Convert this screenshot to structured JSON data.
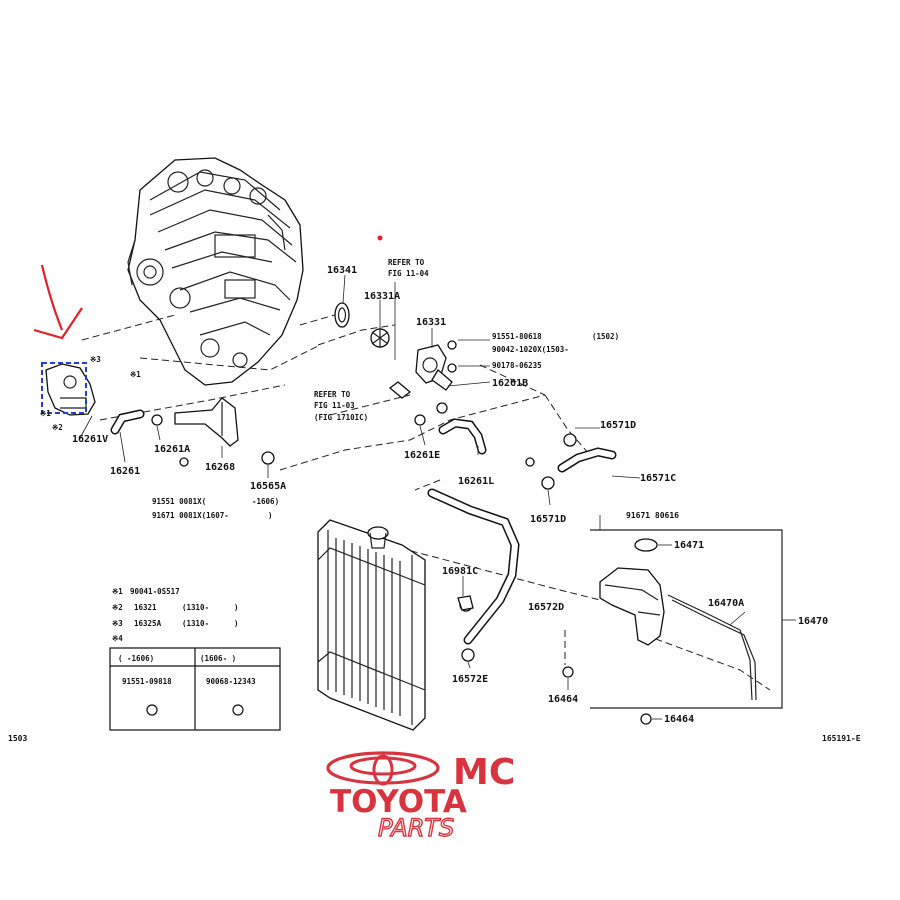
{
  "parts": {
    "p16341": "16341",
    "p16331A": "16331A",
    "p16331": "16331",
    "p16261V": "16261V",
    "p16261": "16261",
    "p16261A": "16261A",
    "p16268": "16268",
    "p16565A": "16565A",
    "p16261B": "16261B",
    "p16261E": "16261E",
    "p16261L": "16261L",
    "p16571D_a": "16571D",
    "p16571C": "16571C",
    "p16571D_b": "16571D",
    "p16981C": "16981C",
    "p16572D": "16572D",
    "p16572E": "16572E",
    "p16464_a": "16464",
    "p16464_b": "16464",
    "p16471": "16471",
    "p16470A": "16470A",
    "p16470": "16470",
    "p91671_80616": "91671 80616"
  },
  "notes": {
    "refer_top_1": "REFER TO",
    "refer_top_2": "FIG 11-04",
    "refer_mid_1": "REFER TO",
    "refer_mid_2": "FIG 11-03",
    "refer_mid_3": "(FIG 1710IC)",
    "bolt_1": "91551-80618",
    "bolt_1_note": "(1502)",
    "bolt_2": "90042-1020X(1503-",
    "bolt_3": "90178-06235",
    "bolt_4": "91551 0081X(",
    "bolt_4_note": "-1606)",
    "bolt_5": "91671 0081X(1607-",
    "bolt_5_note": ")",
    "star1": "※1",
    "star2": "※2",
    "star3": "※3",
    "star1_b": "※1"
  },
  "legend": {
    "row1_key": "※1",
    "row1_val": "90041-0S517",
    "row2_key": "※2",
    "row2_val": "16321",
    "row2_note": "(1310-",
    "row2_end": ")",
    "row3_key": "※3",
    "row3_val": "16325A",
    "row3_note": "(1310-",
    "row3_end": ")",
    "row4_key": "※4",
    "col1_head": "(   -1606)",
    "col2_head": "(1606-   )",
    "col1_part": "91551-09818",
    "col2_part": "90068-12343"
  },
  "footer": {
    "left_code": "1503",
    "right_code": "165191-E"
  },
  "logo": {
    "brand1": "MC",
    "brand2": "TOYOTA",
    "brand3": "PARTS"
  },
  "colors": {
    "logo_red": "#d8343f",
    "arrow_red": "#e41e26",
    "highlight_blue": "#1f3fd6",
    "line": "#222222"
  }
}
